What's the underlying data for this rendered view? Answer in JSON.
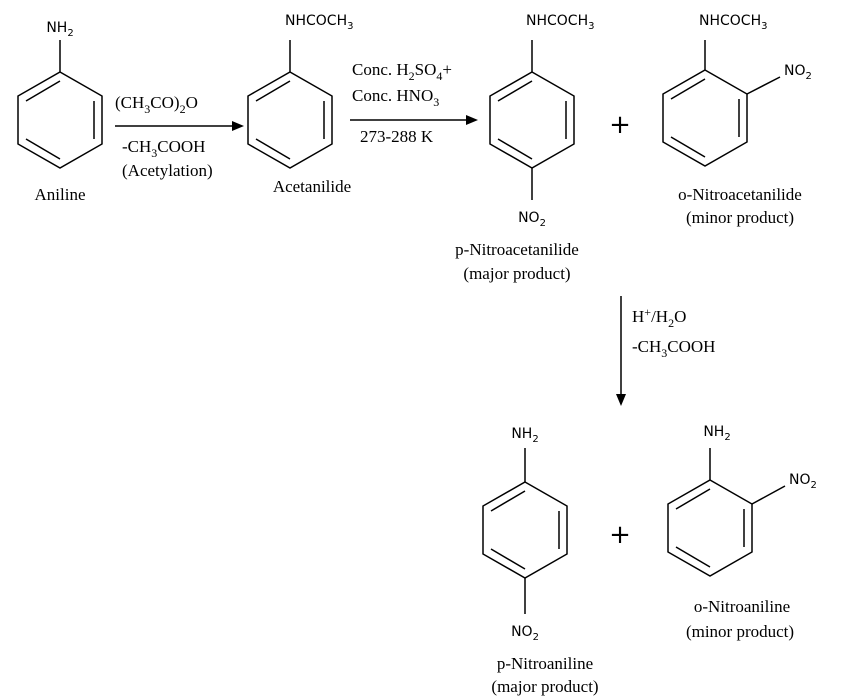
{
  "molecules": {
    "aniline": {
      "substituent": "NH",
      "substituent_sub": "2",
      "name": "Aniline"
    },
    "acetanilide": {
      "substituent": "NHCOCH",
      "substituent_sub": "3",
      "name": "Acetanilide"
    },
    "p_nitroacetanilide": {
      "substituent_top": "NHCOCH",
      "substituent_top_sub": "3",
      "substituent_bottom": "NO",
      "substituent_bottom_sub": "2",
      "name": "p-Nitroacetanilide",
      "note": "(major product)"
    },
    "o_nitroacetanilide": {
      "substituent_top": "NHCOCH",
      "substituent_top_sub": "3",
      "substituent_side": "NO",
      "substituent_side_sub": "2",
      "name": "o-Nitroacetanilide",
      "note": "(minor product)"
    },
    "p_nitroaniline": {
      "substituent_top": "NH",
      "substituent_top_sub": "2",
      "substituent_bottom": "NO",
      "substituent_bottom_sub": "2",
      "name": "p-Nitroaniline",
      "note": "(major product)"
    },
    "o_nitroaniline": {
      "substituent_top": "NH",
      "substituent_top_sub": "2",
      "substituent_side": "NO",
      "substituent_side_sub": "2",
      "name": "o-Nitroaniline",
      "note": "(minor product)"
    }
  },
  "steps": {
    "acetylation": {
      "reagent_a": "(CH",
      "reagent_sub_a": "3",
      "reagent_b": "CO)",
      "reagent_sub_b": "2",
      "reagent_c": "O",
      "byproduct_a": "-CH",
      "byproduct_sub": "3",
      "byproduct_b": "COOH",
      "label": "(Acetylation)"
    },
    "nitration": {
      "reagent1_a": "Conc. H",
      "reagent1_sub_a": "2",
      "reagent1_b": "SO",
      "reagent1_sub_b": "4",
      "reagent1_c": "+",
      "reagent2_a": "Conc. HNO",
      "reagent2_sub": "3",
      "temperature": "273-288 K"
    },
    "hydrolysis": {
      "reagent_a": "H",
      "reagent_sup": "+",
      "reagent_b": "/H",
      "reagent_sub": "2",
      "reagent_c": "O",
      "byproduct_a": "-CH",
      "byproduct_sub": "3",
      "byproduct_b": "COOH"
    }
  },
  "plus_sign": "+"
}
